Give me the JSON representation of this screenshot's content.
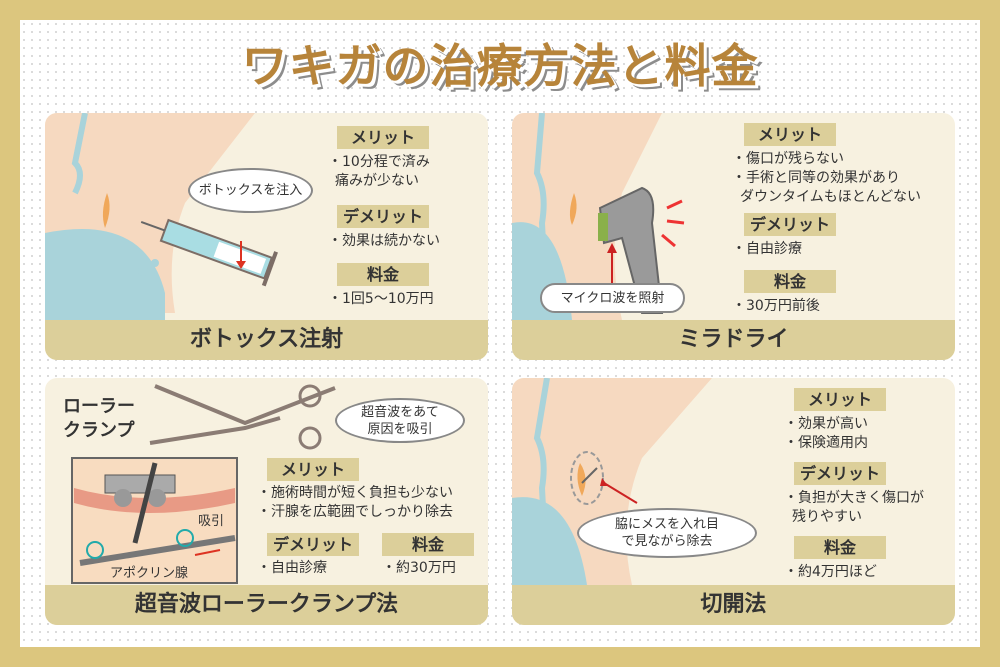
{
  "title": "ワキガの治療方法と料金",
  "labels": {
    "merit": "メリット",
    "demerit": "デメリット",
    "price": "料金"
  },
  "cards": [
    {
      "name": "ボトックス注射",
      "bubble": "ボトックスを注入",
      "merits": [
        "・10分程で済み",
        "痛みが少ない"
      ],
      "demerits": [
        "・効果は続かない"
      ],
      "price": "・1回5〜10万円"
    },
    {
      "name": "ミラドライ",
      "bubble": "マイクロ波を照射",
      "merits": [
        "・傷口が残らない",
        "・手術と同等の効果があり",
        "ダウンタイムもほとんどない"
      ],
      "demerits": [
        "・自由診療"
      ],
      "price": "・30万円前後"
    },
    {
      "name": "超音波ローラークランプ法",
      "bubble": "超音波をあて原因を吸引",
      "tool_label": "ローラークランプ",
      "suction_label": "吸引",
      "gland_label": "アポクリン腺",
      "merits": [
        "・施術時間が短く負担も少ない",
        "・汗腺を広範囲でしっかり除去"
      ],
      "demerits": [
        "・自由診療"
      ],
      "price": "・約30万円"
    },
    {
      "name": "切開法",
      "bubble": "脇にメスを入れ目で見ながら除去",
      "merits": [
        "・効果が高い",
        "・保険適用内"
      ],
      "demerits": [
        "・負担が大きく傷口が",
        "残りやすい"
      ],
      "price": "・約4万円ほど"
    }
  ]
}
